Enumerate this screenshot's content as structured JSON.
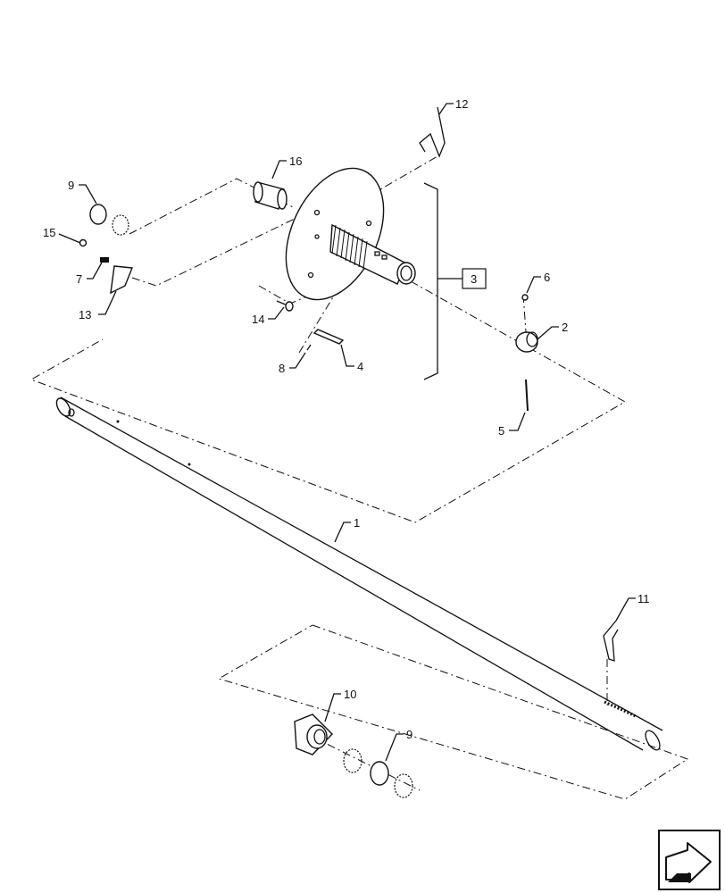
{
  "callouts": {
    "c1": "1",
    "c2": "2",
    "c3": "3",
    "c4": "4",
    "c5": "5",
    "c6": "6",
    "c7": "7",
    "c8": "8",
    "c9a": "9",
    "c9b": "9",
    "c10": "10",
    "c11": "11",
    "c12": "12",
    "c13": "13",
    "c14": "14",
    "c15": "15",
    "c16": "16"
  },
  "icons": {
    "nav": "next-page-arrow-icon"
  }
}
